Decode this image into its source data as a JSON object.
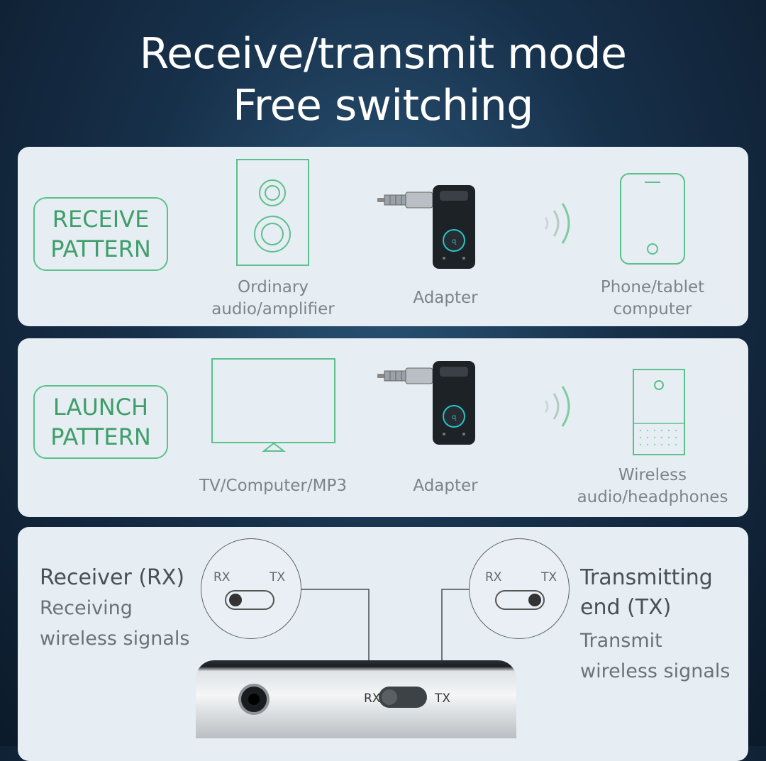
{
  "header": {
    "line1": "Receive/transmit mode",
    "line2": "Free switching"
  },
  "receive": {
    "badge_line1": "RECEIVE",
    "badge_line2": "PATTERN",
    "source_line1": "Ordinary",
    "source_line2": "audio/amplifier",
    "adapter": "Adapter",
    "target_line1": "Phone/tablet",
    "target_line2": "computer"
  },
  "launch": {
    "badge_line1": "LAUNCH",
    "badge_line2": "PATTERN",
    "source": "TV/Computer/MP3",
    "adapter": "Adapter",
    "target_line1": "Wireless",
    "target_line2": "audio/headphones"
  },
  "switch_panel": {
    "receiver_title": "Receiver (RX)",
    "receiver_desc1": "Receiving",
    "receiver_desc2": "wireless signals",
    "transmit_title1": "Transmitting",
    "transmit_title2": "end (TX)",
    "transmit_desc1": "Transmit",
    "transmit_desc2": "wireless signals",
    "rx_label": "RX",
    "tx_label": "TX"
  },
  "colors": {
    "accent_green": "#5cc08a",
    "panel_bg": "#e6edf3"
  }
}
